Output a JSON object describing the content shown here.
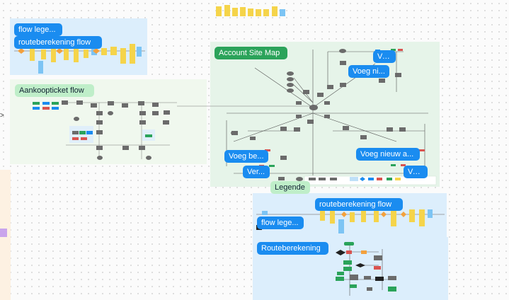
{
  "canvas": {
    "background": "#fbfbfb",
    "colors": {
      "blue_frame": "#dceefc",
      "green_frame": "#e6f4e9",
      "light_green_frame": "#f0f8ee",
      "peach_frame": "#fdf1e2",
      "label_blue": "#1a8cf0",
      "label_green": "#2ba35a",
      "sticky_yellow": "#f5d44a",
      "sticky_blue": "#7cc4f4",
      "node_gray": "#6b6b6b"
    }
  },
  "labels": {
    "flow_legend_1": "flow lege...",
    "route_flow_1": "routeberekening flow",
    "aankoopticket_flow": "Aankoopticket flow",
    "account_site_map": "Account Site Map",
    "ve_top": "Ve...",
    "voeg_ni": "Voeg ni...",
    "voeg_be": "Voeg be...",
    "ver_left": "Ver...",
    "voeg_nieuw_a": "Voeg nieuw a...",
    "ve_right": "Ve...",
    "legende": "Legende",
    "route_flow_2": "routeberekening flow",
    "flow_legend_2": "flow lege...",
    "routeberekening": "Routeberekening"
  },
  "icons": {
    "left_arrow": "chevron-right-icon"
  }
}
